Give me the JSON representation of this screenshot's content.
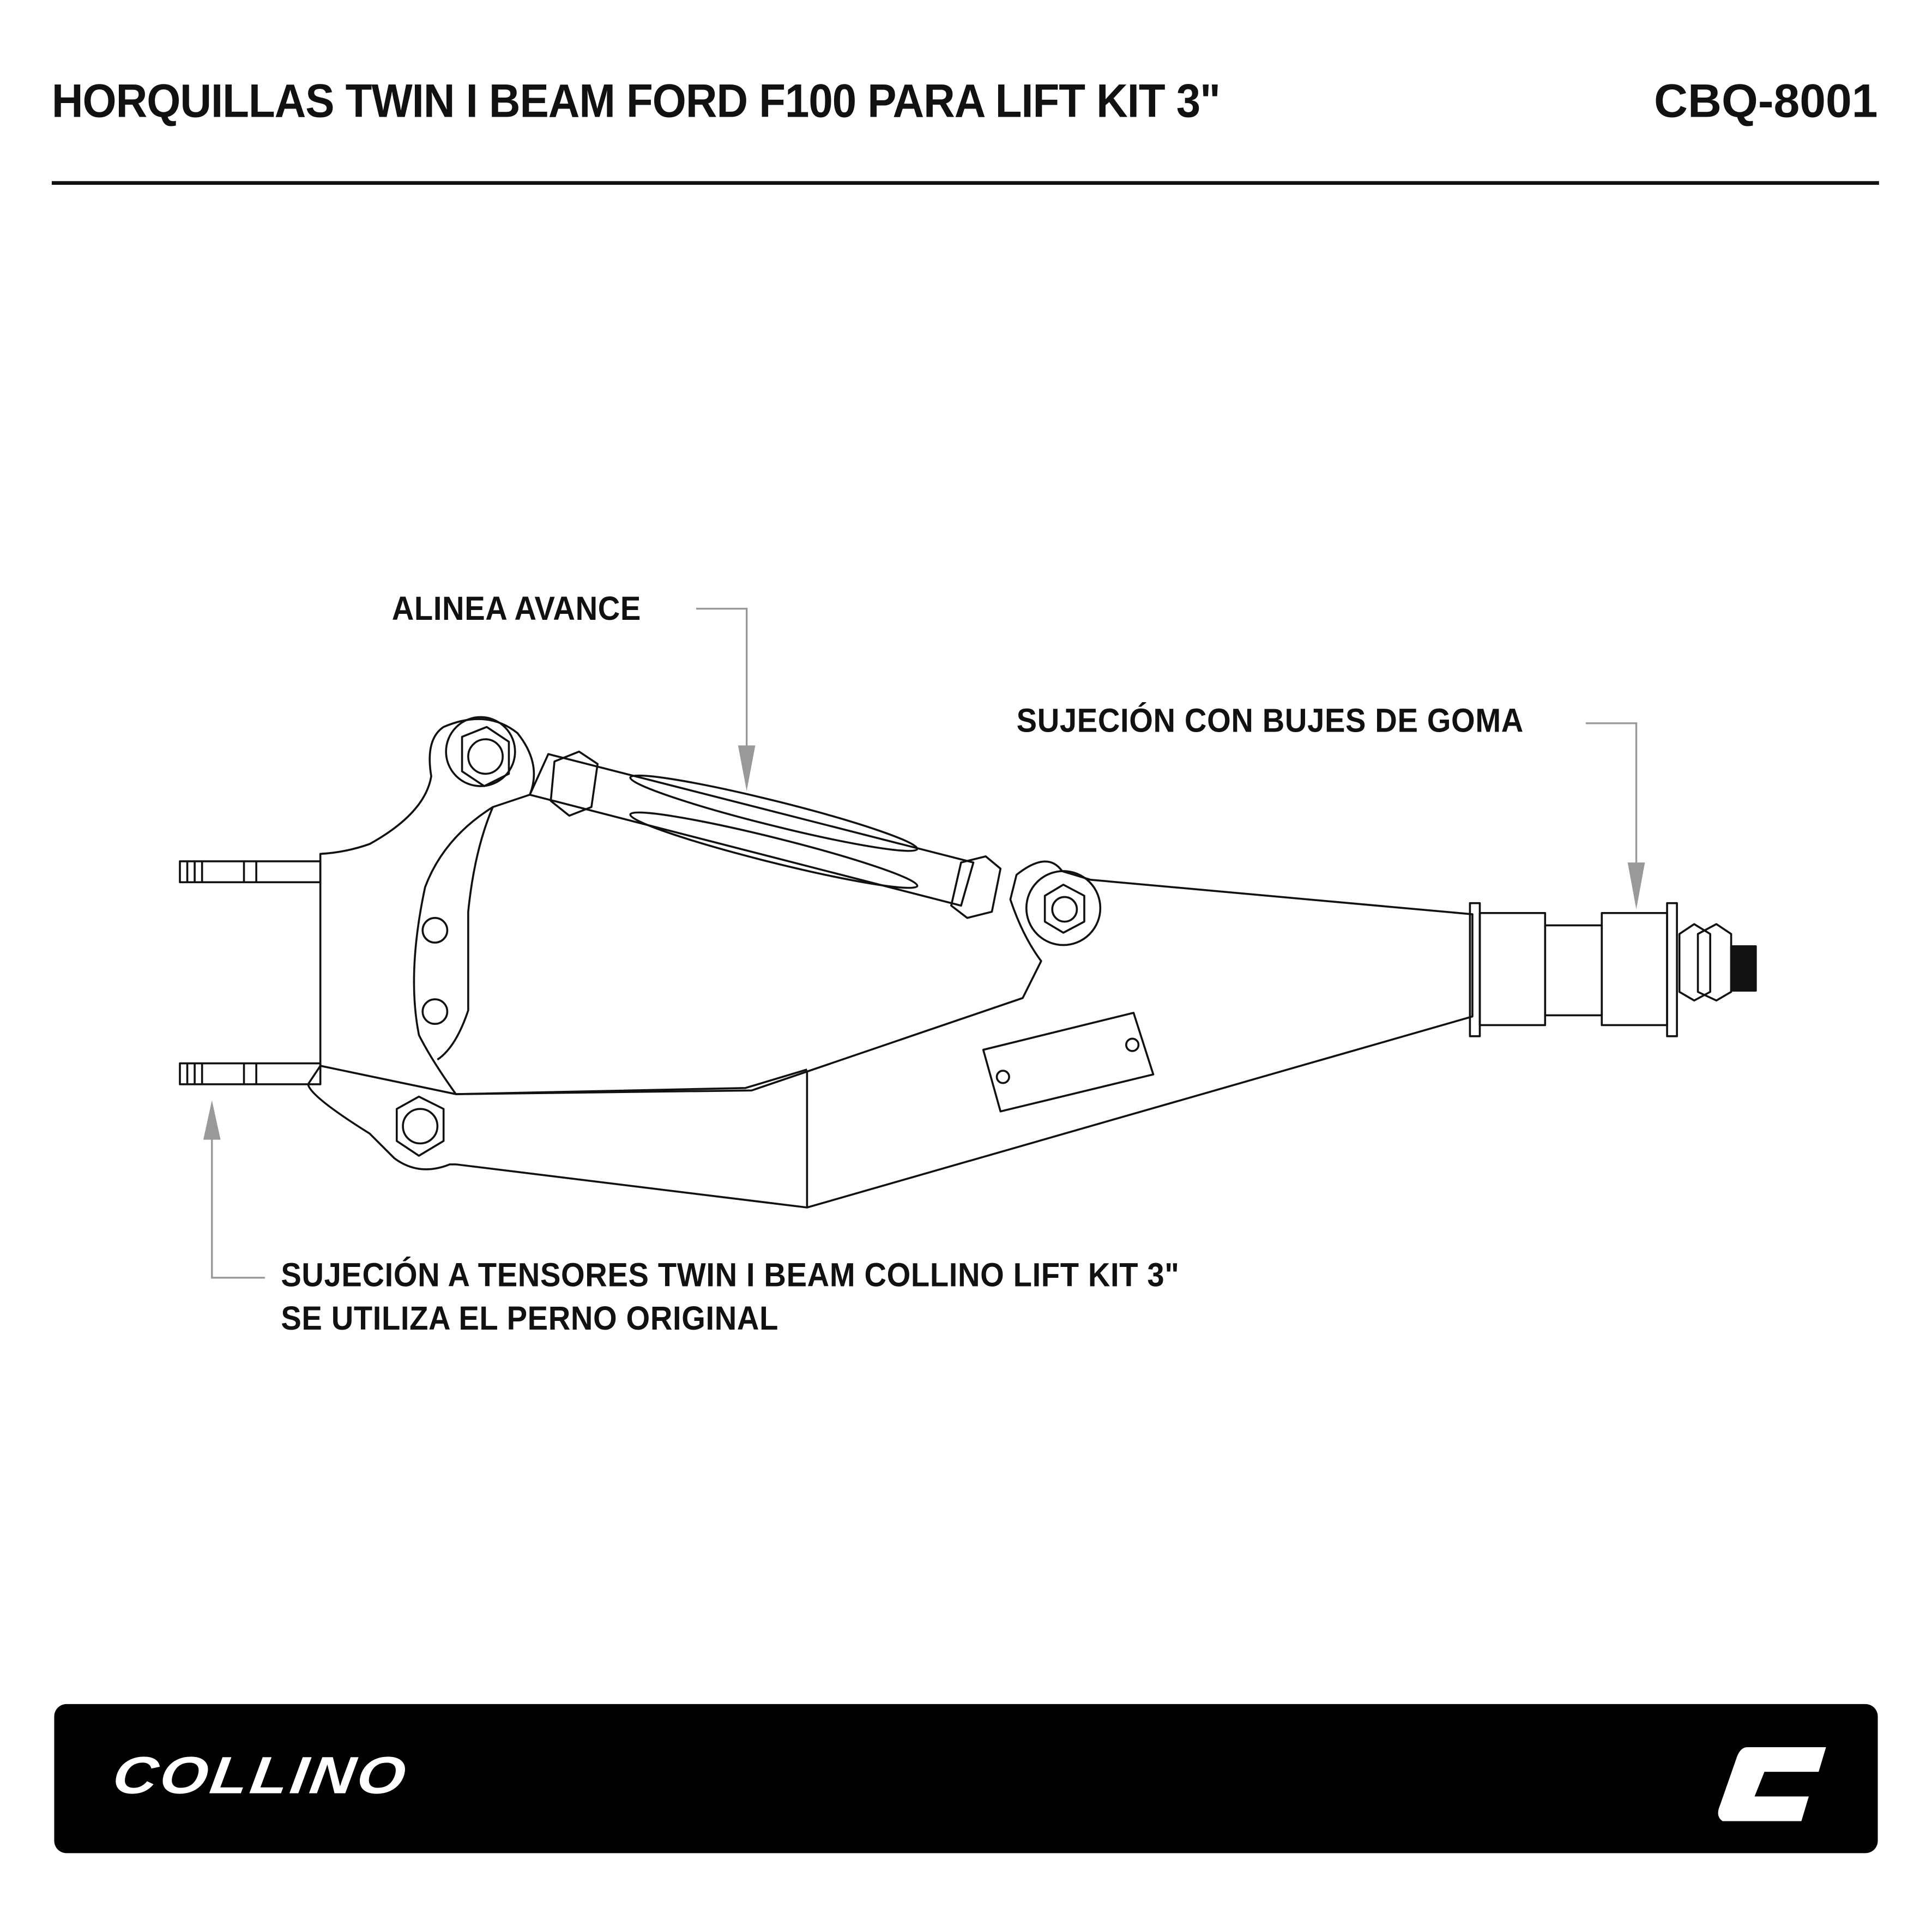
{
  "header": {
    "title": "HORQUILLAS TWIN I BEAM FORD F100 PARA LIFT KIT 3\"",
    "code": "CBQ-8001"
  },
  "callouts": {
    "alinea": "ALINEA AVANCE",
    "bujes": "SUJECIÓN CON BUJES DE GOMA",
    "tensores_line1": "SUJECIÓN A TENSORES TWIN I BEAM COLLINO LIFT KIT 3\"",
    "tensores_line2": "SE UTILIZA EL PERNO ORIGINAL"
  },
  "footer": {
    "brand": "COLLINO",
    "logo_icon": "collino-c-logo"
  },
  "colors": {
    "ink": "#111111",
    "leader": "#999999",
    "footer_bg": "#000000"
  }
}
